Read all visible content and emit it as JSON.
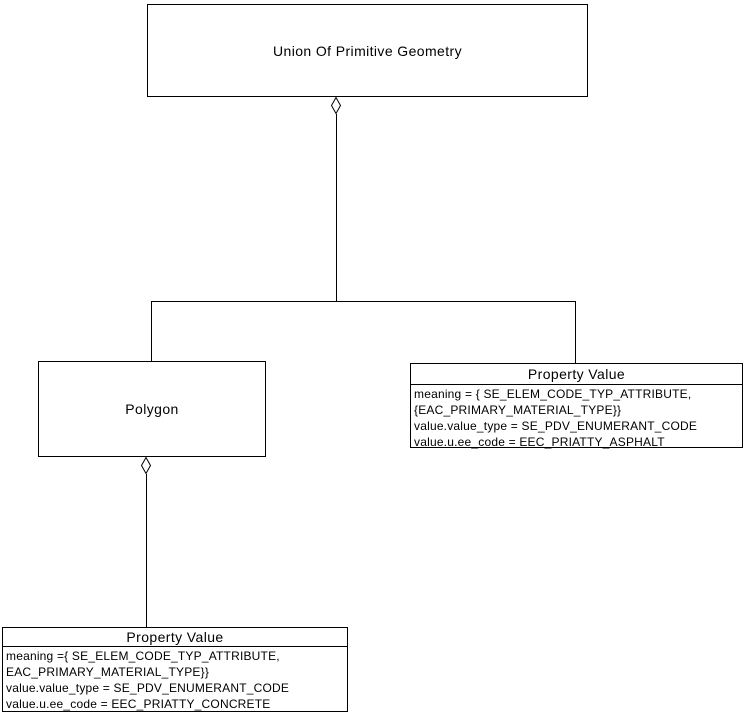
{
  "diagram": {
    "background_color": "#ffffff",
    "line_color": "#000000",
    "nodes": {
      "union": {
        "title": "Union Of Primitive Geometry"
      },
      "polygon": {
        "title": "Polygon"
      },
      "property_value_right": {
        "title": "Property Value",
        "attributes": [
          "meaning = { SE_ELEM_CODE_TYP_ATTRIBUTE,",
          "{EAC_PRIMARY_MATERIAL_TYPE}}",
          "value.value_type = SE_PDV_ENUMERANT_CODE",
          "value.u.ee_code = EEC_PRIATTY_ASPHALT"
        ]
      },
      "property_value_bottom": {
        "title": "Property Value",
        "attributes": [
          "meaning ={ SE_ELEM_CODE_TYP_ATTRIBUTE,",
          "EAC_PRIMARY_MATERIAL_TYPE}}",
          "value.value_type = SE_PDV_ENUMERANT_CODE",
          "value.u.ee_code = EEC_PRIATTY_CONCRETE"
        ]
      }
    },
    "relationships": [
      "aggregation: Union Of Primitive Geometry contains Polygon",
      "aggregation: Union Of Primitive Geometry contains Property Value (right)",
      "aggregation: Polygon contains Property Value (bottom)"
    ]
  }
}
